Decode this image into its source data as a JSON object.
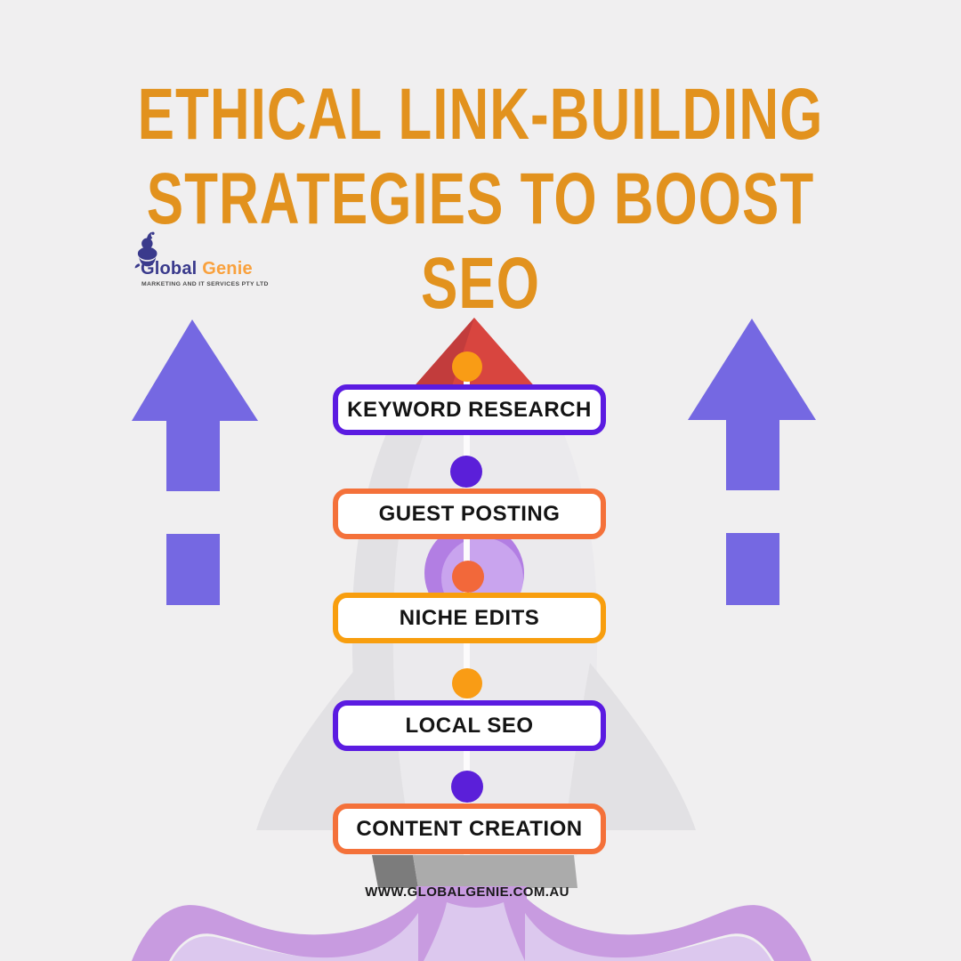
{
  "title": {
    "lines": [
      "ETHICAL LINK-BUILDING",
      "STRATEGIES TO BOOST",
      "SEO"
    ]
  },
  "logo": {
    "name_part1": "Global",
    "name_part2": "Genie",
    "tagline": "MARKETING AND IT SERVICES PTY LTD"
  },
  "steps": [
    {
      "label": "KEYWORD RESEARCH",
      "border_color": "#5B1BE1",
      "dot_color": "#F99C15"
    },
    {
      "label": "GUEST POSTING",
      "border_color": "#F4713A",
      "dot_color": "#5B1FD9"
    },
    {
      "label": "NICHE EDITS",
      "border_color": "#F89E0E",
      "dot_color": "#F2683A"
    },
    {
      "label": "LOCAL SEO",
      "border_color": "#5B1BE1",
      "dot_color": "#F99C15"
    },
    {
      "label": "CONTENT CREATION",
      "border_color": "#F4713A",
      "dot_color": "#5B1FD9"
    }
  ],
  "footer": {
    "website": "WWW.GLOBALGENIE.COM.AU"
  },
  "colors": {
    "background": "#F0EFF0",
    "title_orange": "#E2921E",
    "logo_blue": "#3A3A8C",
    "logo_orange": "#F9A13D",
    "arrow_purple": "#7568E2",
    "nose_red": "#D8453F",
    "nose_red_dark": "#C23C3C",
    "body_gray": "#EBEAED",
    "body_shade": "#E2E1E4",
    "fin_gray": "#E2E1E4",
    "line_white": "#FCFBFC",
    "window_purple": "#B27EE3",
    "window_purple_light": "#C9A4EE",
    "nozzle_gray": "#ABABAB",
    "nozzle_dark": "#7C7C7C",
    "genie_purple": "#C89BE0",
    "genie_purple_light": "#DCC8EE"
  }
}
